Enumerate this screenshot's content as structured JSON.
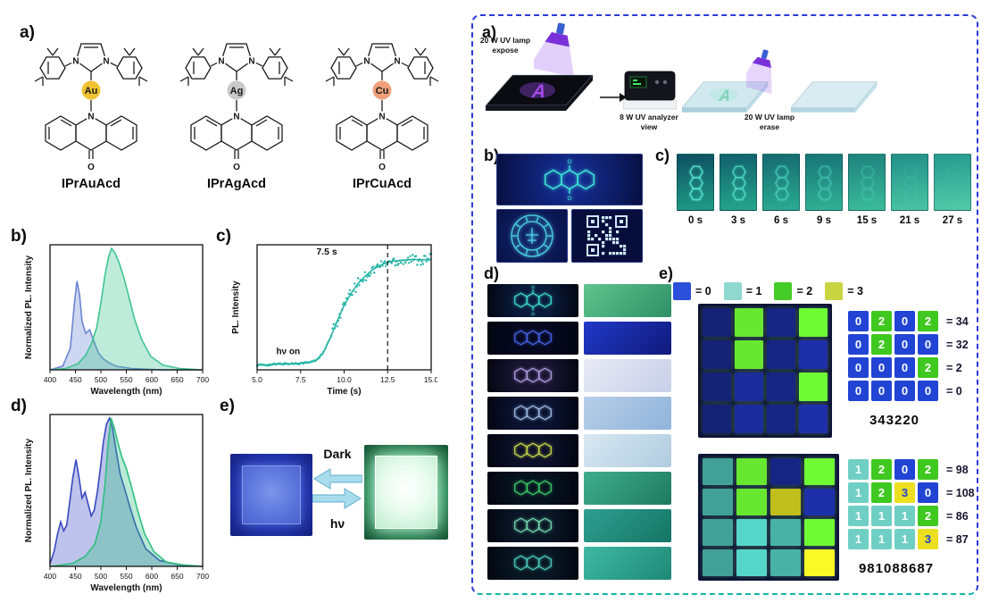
{
  "left": {
    "a": {
      "label": "a)",
      "atom_labels": {
        "n": "N",
        "o": "O"
      },
      "compounds": [
        {
          "name": "IPrAuAcd",
          "metal": "Au",
          "metal_color": "#f1c232"
        },
        {
          "name": "IPrAgAcd",
          "metal": "Ag",
          "metal_color": "#c9c9c9"
        },
        {
          "name": "IPrCuAcd",
          "metal": "Cu",
          "metal_color": "#efa07a"
        }
      ]
    },
    "b": {
      "label": "b)"
    },
    "c": {
      "label": "c)"
    },
    "d": {
      "label": "d)"
    },
    "e": {
      "label": "e)",
      "dark_label": "Dark",
      "hv_label": "hν"
    }
  },
  "right": {
    "a": {
      "label": "a)",
      "lamp1_label": "20 W UV lamp expose",
      "analyzer_label": "8 W UV analyzer view",
      "lamp2_label": "20 W UV lamp erase",
      "letter": "A"
    },
    "b": {
      "label": "b)"
    },
    "c": {
      "label": "c)",
      "times": [
        "0 s",
        "3 s",
        "6 s",
        "9 s",
        "15 s",
        "21 s",
        "27 s"
      ]
    },
    "d": {
      "label": "d)",
      "rows": [
        {
          "glow": "#3fe8d8",
          "photo_bg": "#0a1a3a",
          "rect": "#5fc48e",
          "rect2": "#2f8f66"
        },
        {
          "glow": "#4a6af8",
          "photo_bg": "#05081e",
          "rect": "#2038c8",
          "rect2": "#101a7a"
        },
        {
          "glow": "#b8a8ee",
          "photo_bg": "#181430",
          "rect": "#e8eaf4",
          "rect2": "#c8d0e8"
        },
        {
          "glow": "#a8c8f2",
          "photo_bg": "#0a1230",
          "rect": "#b8cfe8",
          "rect2": "#90b4da"
        },
        {
          "glow": "#d8e84a",
          "photo_bg": "#0c1028",
          "rect": "#d8e8f2",
          "rect2": "#b0ccdf"
        },
        {
          "glow": "#3fd86a",
          "photo_bg": "#06121f",
          "rect": "#3fae8a",
          "rect2": "#1f7a60"
        },
        {
          "glow": "#7ae8b8",
          "photo_bg": "#0a1626",
          "rect": "#2f9f90",
          "rect2": "#157564"
        },
        {
          "glow": "#4fd8c8",
          "photo_bg": "#081622",
          "rect": "#3fb9a4",
          "rect2": "#1f8876"
        }
      ]
    },
    "e": {
      "label": "e)",
      "legend": [
        {
          "label": "= 0",
          "color": "#2b4fd8"
        },
        {
          "label": "= 1",
          "color": "#8fd8cf"
        },
        {
          "label": "= 2",
          "color": "#46cc28"
        },
        {
          "label": "= 3",
          "color": "#c8d442"
        }
      ],
      "value_colors": {
        "0": "#2244d4",
        "1": "#6fcfc4",
        "2": "#3fc81f",
        "3": "#ecdf1f"
      },
      "value_text_colors": {
        "0": "#ffffff",
        "1": "#ffffff",
        "2": "#ffffff",
        "3": "#2244d4"
      },
      "photo_colors": {
        "0": "#18288f",
        "1": "#4fc4b8",
        "2": "#5fd42c",
        "3": "#d4d21f"
      },
      "blocks": [
        {
          "matrix": [
            [
              0,
              2,
              0,
              2
            ],
            [
              0,
              2,
              0,
              0
            ],
            [
              0,
              0,
              0,
              2
            ],
            [
              0,
              0,
              0,
              0
            ]
          ],
          "sums": [
            "= 34",
            "= 32",
            "= 2",
            "= 0"
          ],
          "code": "343220"
        },
        {
          "matrix": [
            [
              1,
              2,
              0,
              2
            ],
            [
              1,
              2,
              3,
              0
            ],
            [
              1,
              1,
              1,
              2
            ],
            [
              1,
              1,
              1,
              3
            ]
          ],
          "sums": [
            "= 98",
            "= 108",
            "= 86",
            "= 87"
          ],
          "code": "981088687"
        }
      ]
    }
  },
  "chart_data": [
    {
      "id": "spectrum_b",
      "type": "area",
      "xlabel": "Wavelength (nm)",
      "ylabel": "Normalized PL. Intensity",
      "xlim": [
        400,
        700
      ],
      "ylim": [
        0,
        1.05
      ],
      "xticks": [
        400,
        450,
        500,
        550,
        600,
        650,
        700
      ],
      "xtick_labels": [
        "400",
        "450",
        "500",
        "550",
        "600",
        "650",
        "700"
      ],
      "series": [
        {
          "name": "blue emission",
          "color": "#6a85d4",
          "x": [
            400,
            425,
            440,
            448,
            453,
            458,
            463,
            470,
            478,
            486,
            495,
            505,
            515,
            530,
            560,
            620,
            700
          ],
          "y": [
            0,
            0.03,
            0.18,
            0.55,
            0.73,
            0.62,
            0.4,
            0.3,
            0.33,
            0.24,
            0.14,
            0.09,
            0.06,
            0.03,
            0.01,
            0,
            0
          ]
        },
        {
          "name": "green emission",
          "color": "#3cc690",
          "x": [
            400,
            430,
            455,
            470,
            482,
            492,
            500,
            508,
            515,
            521,
            528,
            536,
            545,
            555,
            566,
            580,
            598,
            622,
            655,
            700
          ],
          "y": [
            0,
            0.01,
            0.05,
            0.12,
            0.22,
            0.35,
            0.55,
            0.78,
            0.93,
            1,
            0.96,
            0.88,
            0.76,
            0.6,
            0.42,
            0.25,
            0.11,
            0.04,
            0.01,
            0
          ]
        }
      ]
    },
    {
      "id": "kinetics_c",
      "type": "line",
      "xlabel": "Time (s)",
      "ylabel": "PL. Intensity",
      "xlim": [
        5,
        15
      ],
      "ylim": [
        0,
        1
      ],
      "xticks": [
        5,
        7.5,
        10,
        12.5,
        15
      ],
      "xtick_labels": [
        "5.0",
        "7.5",
        "10.0",
        "12.5",
        "15.0"
      ],
      "annotation": "7.5 s",
      "annotation_x": 9,
      "annotation_y": 0.95,
      "on_label": "hν on",
      "on_x": 6.1,
      "on_y": 0.13,
      "dashed_x": 12.5,
      "noise_dots": true,
      "series": [
        {
          "name": "PL intensity",
          "color": "#25b5a5",
          "x": [
            5,
            5.5,
            6,
            6.5,
            7,
            7.5,
            8,
            8.4,
            8.8,
            9.2,
            9.6,
            10,
            10.4,
            10.8,
            11.2,
            11.6,
            12,
            12.4,
            12.8,
            13.2,
            13.6,
            14,
            14.4,
            15
          ],
          "y": [
            0.04,
            0.04,
            0.045,
            0.05,
            0.05,
            0.055,
            0.06,
            0.08,
            0.14,
            0.26,
            0.4,
            0.53,
            0.63,
            0.71,
            0.77,
            0.82,
            0.855,
            0.88,
            0.895,
            0.9,
            0.905,
            0.91,
            0.905,
            0.91
          ]
        }
      ]
    },
    {
      "id": "spectrum_d",
      "type": "area",
      "xlabel": "Wavelength (nm)",
      "ylabel": "Normalized PL. Intensity",
      "xlim": [
        400,
        700
      ],
      "ylim": [
        0,
        1.05
      ],
      "xticks": [
        400,
        450,
        500,
        550,
        600,
        650,
        700
      ],
      "xtick_labels": [
        "400",
        "450",
        "500",
        "550",
        "600",
        "650",
        "700"
      ],
      "series": [
        {
          "name": "blue emission",
          "color": "#3848c0",
          "x": [
            400,
            408,
            415,
            421,
            427,
            433,
            439,
            445,
            451,
            457,
            463,
            469,
            475,
            481,
            487,
            493,
            499,
            505,
            511,
            517,
            523,
            530,
            538,
            547,
            557,
            570,
            588,
            615,
            655,
            700
          ],
          "y": [
            0.02,
            0.1,
            0.22,
            0.3,
            0.24,
            0.28,
            0.44,
            0.6,
            0.72,
            0.6,
            0.46,
            0.5,
            0.42,
            0.34,
            0.38,
            0.5,
            0.66,
            0.84,
            0.96,
            1,
            0.93,
            0.78,
            0.62,
            0.52,
            0.4,
            0.26,
            0.12,
            0.04,
            0.01,
            0
          ]
        },
        {
          "name": "green emission",
          "color": "#2fbf7f",
          "x": [
            400,
            445,
            470,
            488,
            500,
            508,
            514,
            520,
            526,
            533,
            541,
            550,
            560,
            572,
            586,
            604,
            628,
            660,
            700
          ],
          "y": [
            0,
            0.02,
            0.07,
            0.15,
            0.3,
            0.55,
            0.82,
            1,
            0.94,
            0.84,
            0.74,
            0.66,
            0.54,
            0.38,
            0.22,
            0.1,
            0.03,
            0.01,
            0
          ]
        }
      ]
    }
  ]
}
